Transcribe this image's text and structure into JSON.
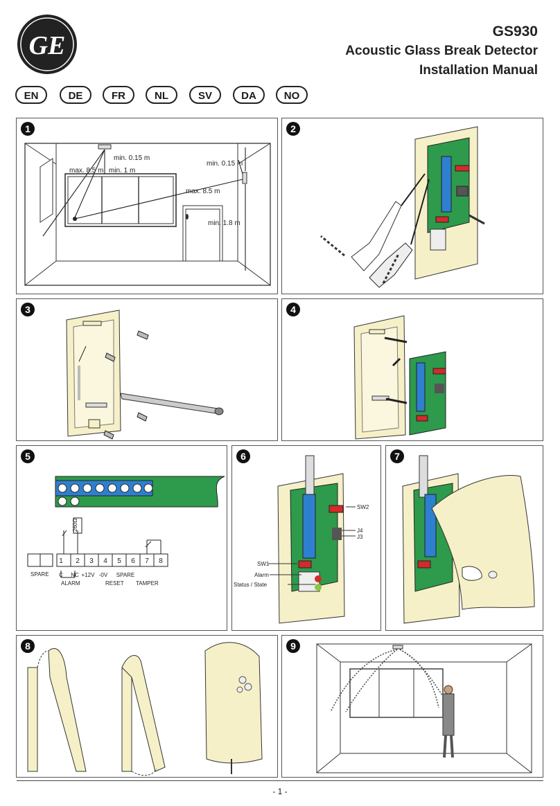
{
  "header": {
    "model": "GS930",
    "product": "Acoustic Glass Break Detector",
    "doc_type": "Installation Manual",
    "logo_text": "GE"
  },
  "languages": [
    "EN",
    "DE",
    "FR",
    "NL",
    "SV",
    "DA",
    "NO"
  ],
  "steps": {
    "s1": {
      "number": "1",
      "labels": {
        "ceiling_clear": "min. 0.15 m",
        "wall_clear": "min. 0.15 m",
        "max_left": "max. 8.5 m",
        "min_mid": "min. 1 m",
        "max_right": "max. 8.5 m",
        "min_height": "min. 1.8 m"
      }
    },
    "s2": {
      "number": "2"
    },
    "s3": {
      "number": "3"
    },
    "s4": {
      "number": "4"
    },
    "s5": {
      "number": "5",
      "terminals": [
        "1",
        "2",
        "3",
        "4",
        "5",
        "6",
        "7",
        "8"
      ],
      "terminal_labels": [
        "C",
        "NC",
        "+12V",
        "-0V",
        "SPARE",
        "SPARE",
        "TAMPER"
      ],
      "spare_left": "SPARE",
      "group_alarm": "ALARM",
      "group_reset": "RESET",
      "relay_label": "260Ω"
    },
    "s6": {
      "number": "6",
      "labels": {
        "sw2": "SW2",
        "j4": "J4",
        "j3": "J3",
        "sw1": "SW1",
        "alarm": "Alarm",
        "status": "Status / State"
      }
    },
    "s7": {
      "number": "7"
    },
    "s8": {
      "number": "8"
    },
    "s9": {
      "number": "9"
    }
  },
  "footer": {
    "page": "- 1 -"
  },
  "colors": {
    "housing": "#f6f0c8",
    "pcb": "#2e9a4c",
    "terminal_blue": "#2f7fd0",
    "red_component": "#d22b2b",
    "outline": "#222222"
  }
}
